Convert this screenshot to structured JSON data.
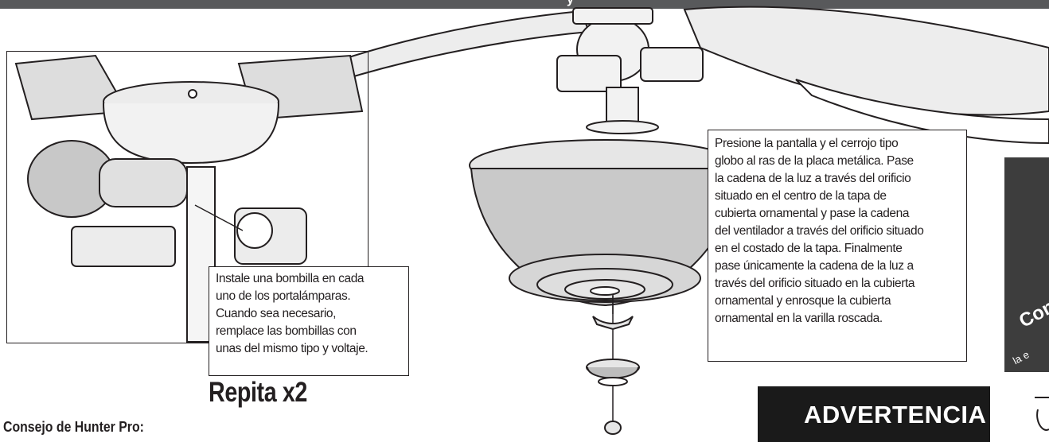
{
  "header_glyph": "y",
  "left_callout_lines": [
    "Instale una bombilla en cada",
    "uno de los portalámparas.",
    "Cuando sea necesario,",
    "remplace las bombillas con",
    "unas del mismo tipo y voltaje."
  ],
  "right_callout_lines": [
    "Presione la pantalla y el cerrojo tipo",
    "globo al ras de la placa metálica. Pase",
    "la cadena de la luz a través del orificio",
    "situado en el centro de la tapa de",
    "cubierta ornamental y pase la cadena",
    "del ventilador a través del orificio situado",
    "en el costado de la tapa. Finalmente",
    "pase únicamente la cadena de la luz a",
    "través del orificio situado en la cubierta",
    "ornamental y enrosque la cubierta",
    "ornamental en la varilla roscada."
  ],
  "repeat_label": "Repita x2",
  "tip_heading": "Consejo de Hunter Pro:",
  "warning_label": "ADVERTENCIA",
  "side_panel_word": "Con",
  "side_panel_sub": "la e",
  "colors": {
    "topbar": "#58595b",
    "ink": "#231f20",
    "part_fill": "#e8e8e8",
    "glass_fill": "#c7c7c7",
    "warning_bg": "#1a1a1a"
  }
}
